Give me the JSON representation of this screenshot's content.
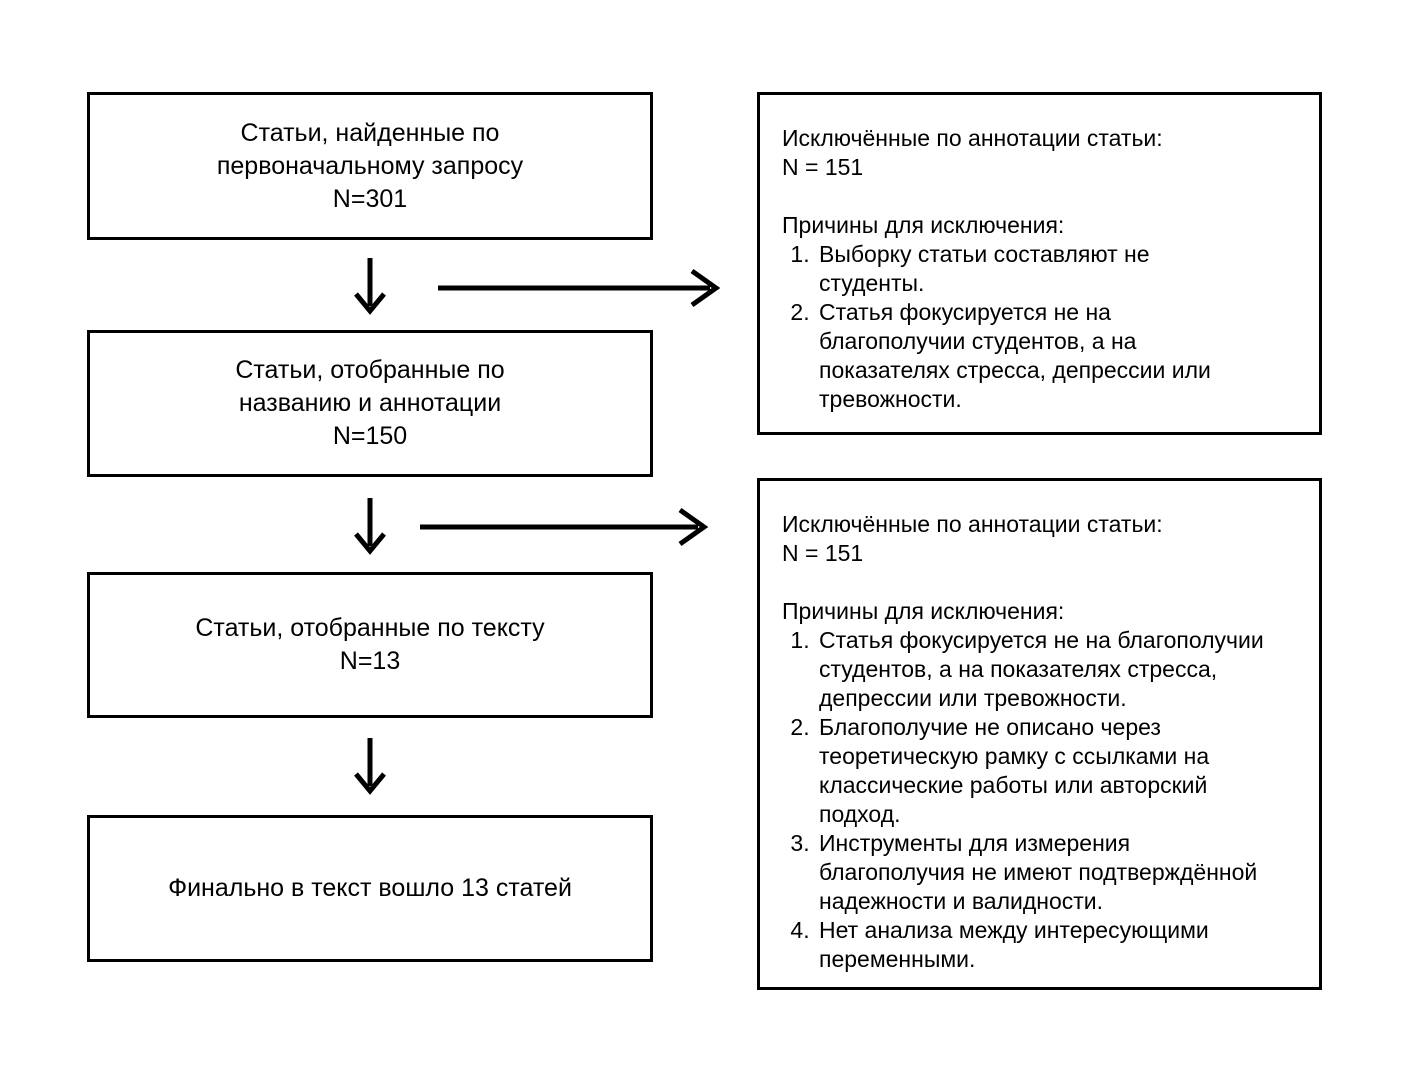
{
  "diagram": {
    "flow_boxes": [
      {
        "text": "Статьи, найденные по\nпервоначальному запросу\nN=301"
      },
      {
        "text": "Статьи, отобранные по\nназванию и аннотации\nN=150"
      },
      {
        "text": "Статьи, отобранные по тексту\nN=13"
      },
      {
        "text": "Финально в текст вошло 13 статей"
      }
    ],
    "exclusion_boxes": [
      {
        "header": "Исключённые по аннотации статьи:",
        "count": "N = 151",
        "reasons_label": "Причины для исключения:",
        "reasons": [
          "Выборку статьи составляют не\nстуденты.",
          "Статья фокусируется не на\nблагополучии студентов, а на\nпоказателях стресса, депрессии или\nтревожности."
        ]
      },
      {
        "header": "Исключённые по аннотации статьи:",
        "count": "N = 151",
        "reasons_label": "Причины для исключения:",
        "reasons": [
          "Статья фокусируется не на благополучии\nстудентов, а на показателях стресса,\nдепрессии или тревожности.",
          "Благополучие не описано через\nтеоретическую рамку с ссылками на\nклассические работы или авторский\nподход.",
          "Инструменты для измерения\nблагополучия не имеют подтверждённой\nнадежности и валидности.",
          "Нет анализа между интересующими\nпеременными."
        ]
      }
    ],
    "icons": {
      "down_arrow": "↓",
      "right_arrow": "→"
    },
    "colors": {
      "line": "#000000",
      "background": "#ffffff",
      "text": "#000000"
    }
  }
}
